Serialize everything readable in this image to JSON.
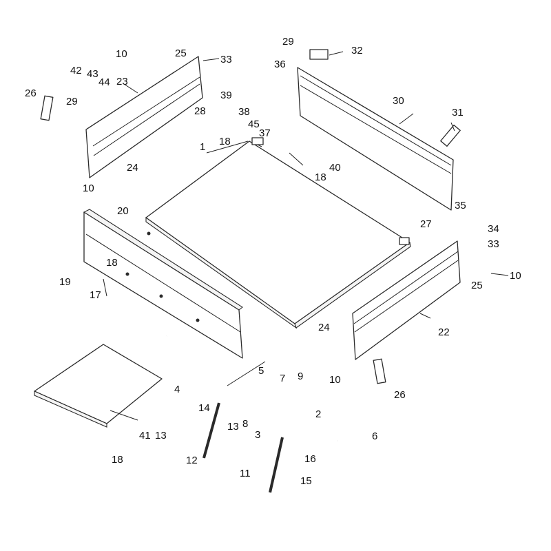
{
  "callouts": {
    "c1": "1",
    "c2": "2",
    "c3": "3",
    "c4": "4",
    "c5": "5",
    "c6": "6",
    "c7": "7",
    "c8": "8",
    "c9": "9",
    "c10a": "10",
    "c10b": "10",
    "c10c": "10",
    "c10d": "10",
    "c11": "11",
    "c12": "12",
    "c13a": "13",
    "c13b": "13",
    "c14": "14",
    "c15": "15",
    "c16": "16",
    "c17": "17",
    "c18a": "18",
    "c18b": "18",
    "c18c": "18",
    "c18d": "18",
    "c19": "19",
    "c20": "20",
    "c22": "22",
    "c23": "23",
    "c24a": "24",
    "c24b": "24",
    "c25a": "25",
    "c25b": "25",
    "c26a": "26",
    "c26b": "26",
    "c27": "27",
    "c28": "28",
    "c29a": "29",
    "c29b": "29",
    "c30": "30",
    "c31": "31",
    "c32": "32",
    "c33a": "33",
    "c33b": "33",
    "c34": "34",
    "c35": "35",
    "c36": "36",
    "c37": "37",
    "c38": "38",
    "c39": "39",
    "c40": "40",
    "c41": "41",
    "c42": "42",
    "c43": "43",
    "c44": "44",
    "c45": "45"
  }
}
